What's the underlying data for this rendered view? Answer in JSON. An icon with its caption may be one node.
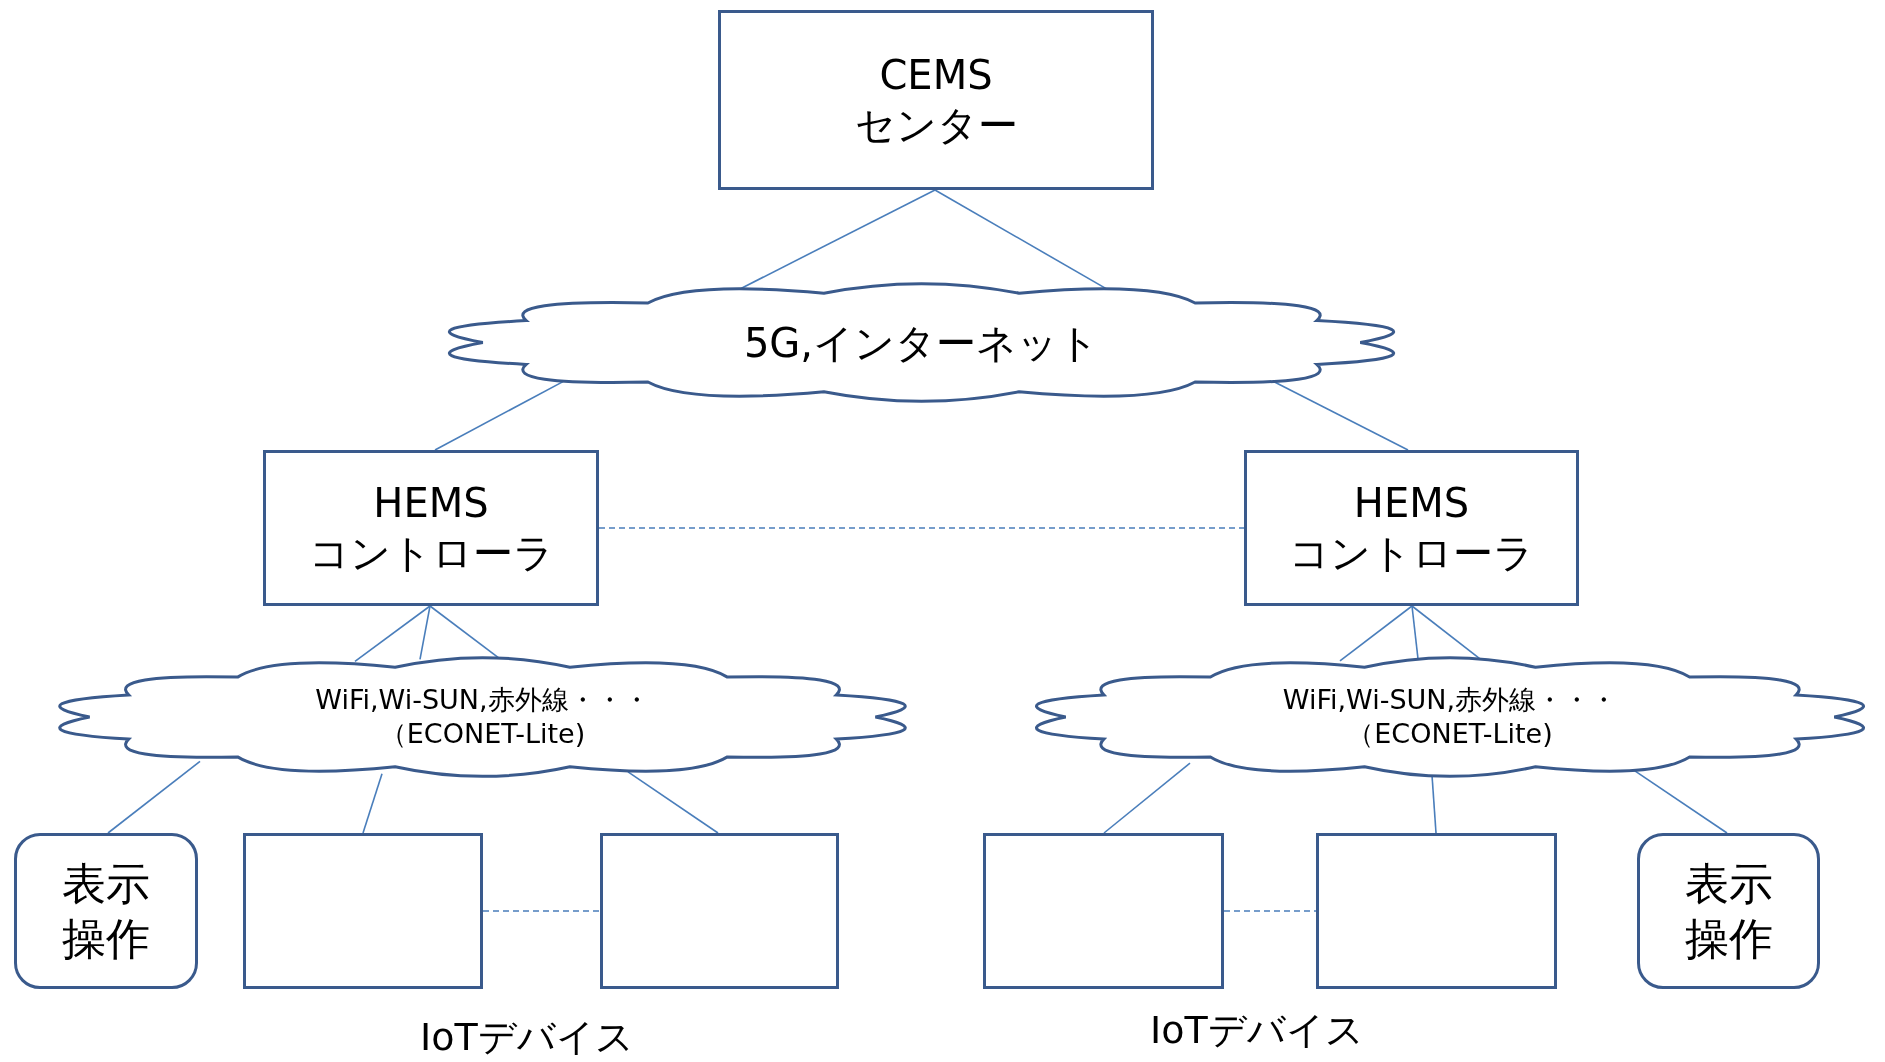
{
  "diagram": {
    "nodes": [
      {
        "text": [
          "CEMS センター"
        ]
      },
      {
        "text": [
          "5G,インターネット"
        ]
      },
      {
        "text": [
          "HEMS コントローラ"
        ]
      },
      {
        "text": [
          "HEMS コントローラ"
        ]
      },
      {
        "text": [
          "WiFi,Wi-SUN,赤外線・・・（ECONET-Lite)"
        ]
      },
      {
        "text": [
          "WiFi,Wi-SUN,赤外線・・・（ECONET-Lite)"
        ]
      },
      {
        "text": [
          "表示操作"
        ]
      },
      {
        "text": [],
        "shape": "box"
      },
      {
        "text": [],
        "shape": "box"
      },
      {
        "text": [],
        "shape": "box"
      },
      {
        "text": [],
        "shape": "box"
      },
      {
        "text": [
          "表示操作"
        ]
      }
    ],
    "edges": [
      {
        "from": 0,
        "to": 1,
        "arrow": "none"
      },
      {
        "from": 0,
        "to": 1,
        "arrow": "none"
      },
      {
        "from": 1,
        "to": 2,
        "arrow": "none"
      },
      {
        "from": 1,
        "to": 3,
        "arrow": "none"
      },
      {
        "from": 2,
        "to": 3,
        "arrow": "none",
        "style": "dashed"
      },
      {
        "from": 2,
        "to": 4,
        "arrow": "none"
      },
      {
        "from": 2,
        "to": 4,
        "arrow": "none"
      },
      {
        "from": 2,
        "to": 4,
        "arrow": "none"
      },
      {
        "from": 3,
        "to": 5,
        "arrow": "none"
      },
      {
        "from": 3,
        "to": 5,
        "arrow": "none"
      },
      {
        "from": 3,
        "to": 5,
        "arrow": "none"
      },
      {
        "from": 4,
        "to": 6,
        "arrow": "none"
      },
      {
        "from": 4,
        "to": 7,
        "arrow": "none"
      },
      {
        "from": 4,
        "to": 8,
        "arrow": "none"
      },
      {
        "from": 7,
        "to": 8,
        "arrow": "none",
        "style": "dashed"
      },
      {
        "from": 5,
        "to": 9,
        "arrow": "none"
      },
      {
        "from": 5,
        "to": 10,
        "arrow": "none"
      },
      {
        "from": 5,
        "to": 11,
        "arrow": "none"
      },
      {
        "from": 9,
        "to": 10,
        "arrow": "none",
        "style": "dashed"
      }
    ],
    "labels": [
      "IoTデバイス",
      "IoTデバイス"
    ]
  }
}
